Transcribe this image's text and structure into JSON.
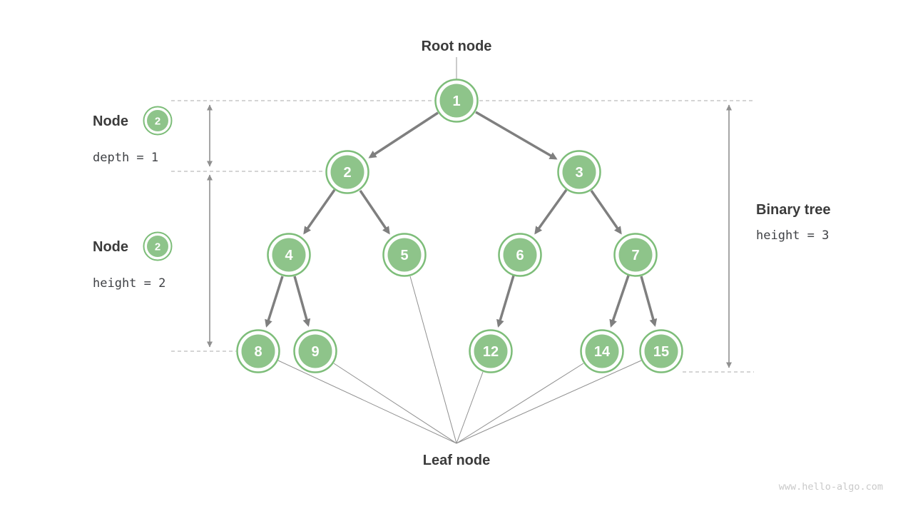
{
  "figure": {
    "root_label": "Root node",
    "leaf_label": "Leaf node",
    "watermark": "www.hello-algo.com"
  },
  "left_annotations": [
    {
      "title": "Node",
      "badge": "2",
      "metric": "depth = 1"
    },
    {
      "title": "Node",
      "badge": "2",
      "metric": "height = 2"
    }
  ],
  "right_annotation": {
    "title": "Binary tree",
    "metric": "height = 3"
  },
  "tree": {
    "levels": 4,
    "nodes": [
      {
        "value": "1"
      },
      {
        "value": "2"
      },
      {
        "value": "3"
      },
      {
        "value": "4"
      },
      {
        "value": "5"
      },
      {
        "value": "6"
      },
      {
        "value": "7"
      },
      {
        "value": "8"
      },
      {
        "value": "9"
      },
      {
        "value": "12"
      },
      {
        "value": "14"
      },
      {
        "value": "15"
      }
    ],
    "edges": [
      "1-2",
      "1-3",
      "2-4",
      "2-5",
      "3-6",
      "3-7",
      "4-8",
      "4-9",
      "6-12",
      "7-14",
      "7-15"
    ],
    "leaf_values": [
      "8",
      "9",
      "5",
      "12",
      "14",
      "15"
    ]
  },
  "colors": {
    "node_fill": "#8ec48a",
    "node_ring": "#7dbd79",
    "node_text": "#ffffff",
    "edge": "#7f7f7f",
    "dashed_guide": "#ababab",
    "measure_arrow": "#909090",
    "label_text": "#3b3b3b",
    "mono_text": "#3f4145",
    "watermark_text": "#c9c9c9",
    "background": "#ffffff"
  }
}
